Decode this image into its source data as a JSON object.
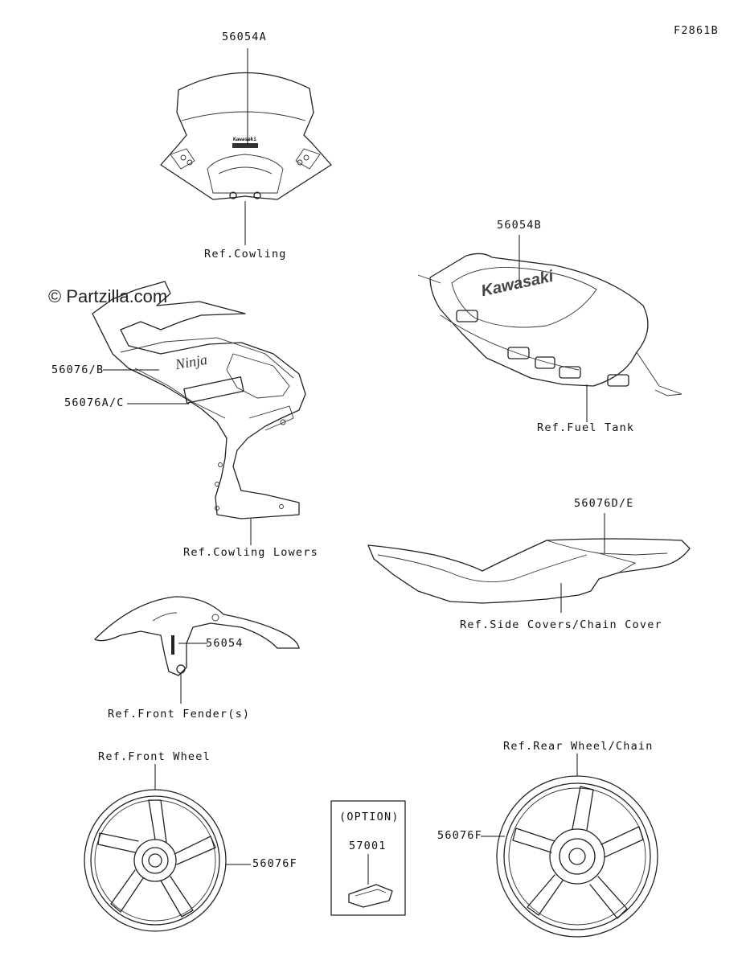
{
  "figure_code": "F2861B",
  "watermark": "© Partzilla.com",
  "labels": {
    "windshield_part": "56054A",
    "ref_cowling": "Ref.Cowling",
    "tank_part": "56054B",
    "ref_fuel_tank": "Ref.Fuel Tank",
    "side_upper_part": "56076/B",
    "side_lower_part": "56076A/C",
    "ref_cowling_lowers": "Ref.Cowling Lowers",
    "tail_part": "56076D/E",
    "ref_side_covers": "Ref.Side Covers/Chain Cover",
    "fender_part": "56054",
    "ref_front_fender": "Ref.Front Fender(s)",
    "ref_front_wheel": "Ref.Front Wheel",
    "front_wheel_part": "56076F",
    "option_header": "(OPTION)",
    "option_part": "57001",
    "ref_rear_wheel": "Ref.Rear Wheel/Chain",
    "rear_wheel_part": "56076F"
  },
  "decal_text": {
    "tank_brand": "Kawasaki",
    "windshield_brand": "Kawasaki",
    "cowl_model": "Ninja"
  }
}
